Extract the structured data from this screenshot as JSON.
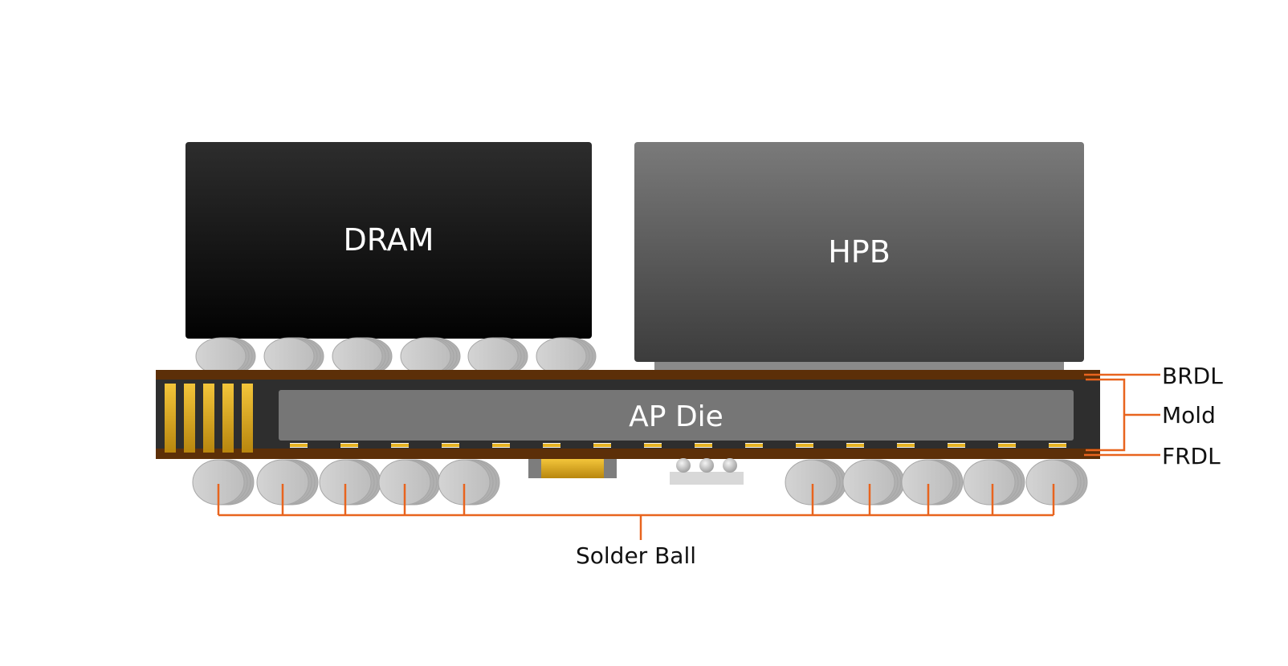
{
  "components": {
    "dram": "DRAM",
    "hpb": "HPB",
    "ap_die": "AP Die"
  },
  "callouts": {
    "brdl": "BRDL",
    "mold": "Mold",
    "frdl": "FRDL",
    "solder_ball": "Solder Ball"
  },
  "colors": {
    "callout_line": "#e8641e",
    "substrate_brown": "#5c2f08",
    "mold_dark": "#2e2e2e",
    "ap_die_gray": "#767676",
    "pad_gold": "#e7b424",
    "solder_gray": "#c9c9c9"
  }
}
